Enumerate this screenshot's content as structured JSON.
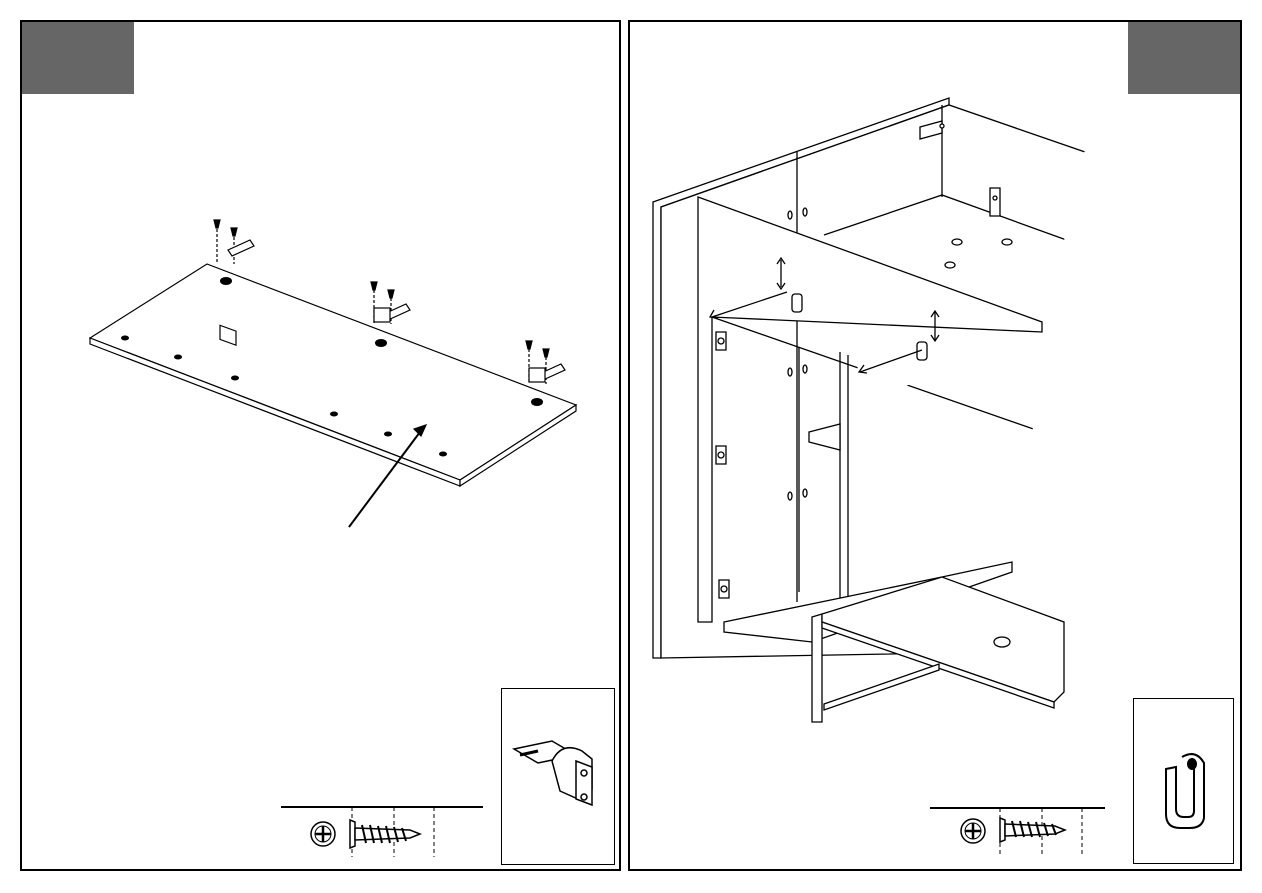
{
  "left_page": {
    "step_number": "",
    "parts": [
      {
        "name": "shelf-panel"
      },
      {
        "name": "hinge",
        "count": 3
      },
      {
        "name": "screw",
        "count": 6
      }
    ],
    "hardware_inset": {
      "icon": "hinge-icon"
    },
    "screw_legend": {
      "icon": "phillips-screw-icon"
    }
  },
  "right_page": {
    "step_number": "",
    "parts": [
      {
        "name": "cabinet-frame"
      },
      {
        "name": "drawer-front"
      },
      {
        "name": "drawer-slide"
      },
      {
        "name": "bracket-clip",
        "count": 2
      }
    ],
    "hardware_inset": {
      "icon": "bracket-clip-icon"
    },
    "screw_legend": {
      "icon": "phillips-screw-icon"
    }
  },
  "colors": {
    "tab": "#666666",
    "line": "#000000",
    "background": "#ffffff"
  }
}
